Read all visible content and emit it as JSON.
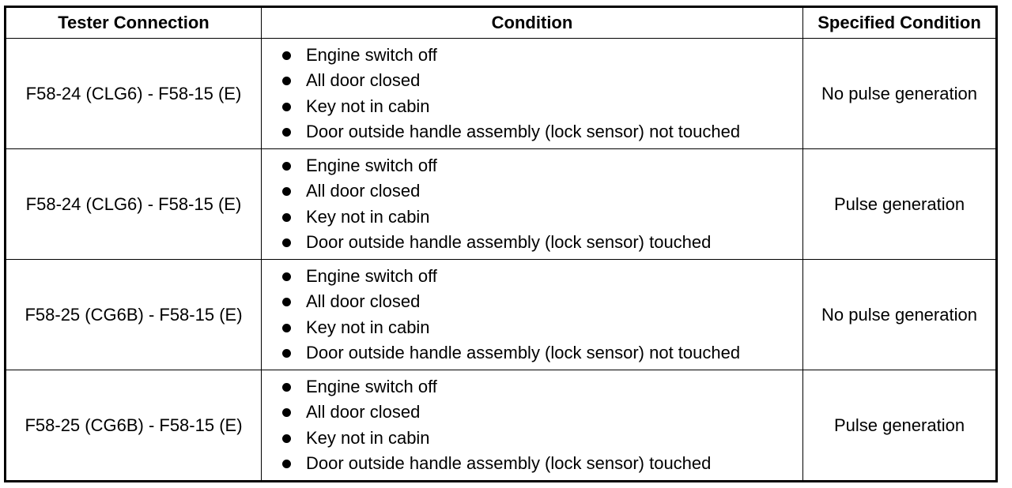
{
  "headers": [
    "Tester Connection",
    "Condition",
    "Specified Condition"
  ],
  "rows": [
    {
      "connection": "F58-24 (CLG6) - F58-15 (E)",
      "conditions": [
        "Engine switch off",
        "All door closed",
        "Key not in cabin",
        "Door outside handle assembly (lock sensor) not touched"
      ],
      "specified": "No pulse generation"
    },
    {
      "connection": "F58-24 (CLG6) - F58-15 (E)",
      "conditions": [
        "Engine switch off",
        "All door closed",
        "Key not in cabin",
        "Door outside handle assembly (lock sensor) touched"
      ],
      "specified": "Pulse generation"
    },
    {
      "connection": "F58-25 (CG6B) - F58-15 (E)",
      "conditions": [
        "Engine switch off",
        "All door closed",
        "Key not in cabin",
        "Door outside handle assembly (lock sensor) not touched"
      ],
      "specified": "No pulse generation"
    },
    {
      "connection": "F58-25 (CG6B) - F58-15 (E)",
      "conditions": [
        "Engine switch off",
        "All door closed",
        "Key not in cabin",
        "Door outside handle assembly (lock sensor) touched"
      ],
      "specified": "Pulse generation"
    }
  ]
}
